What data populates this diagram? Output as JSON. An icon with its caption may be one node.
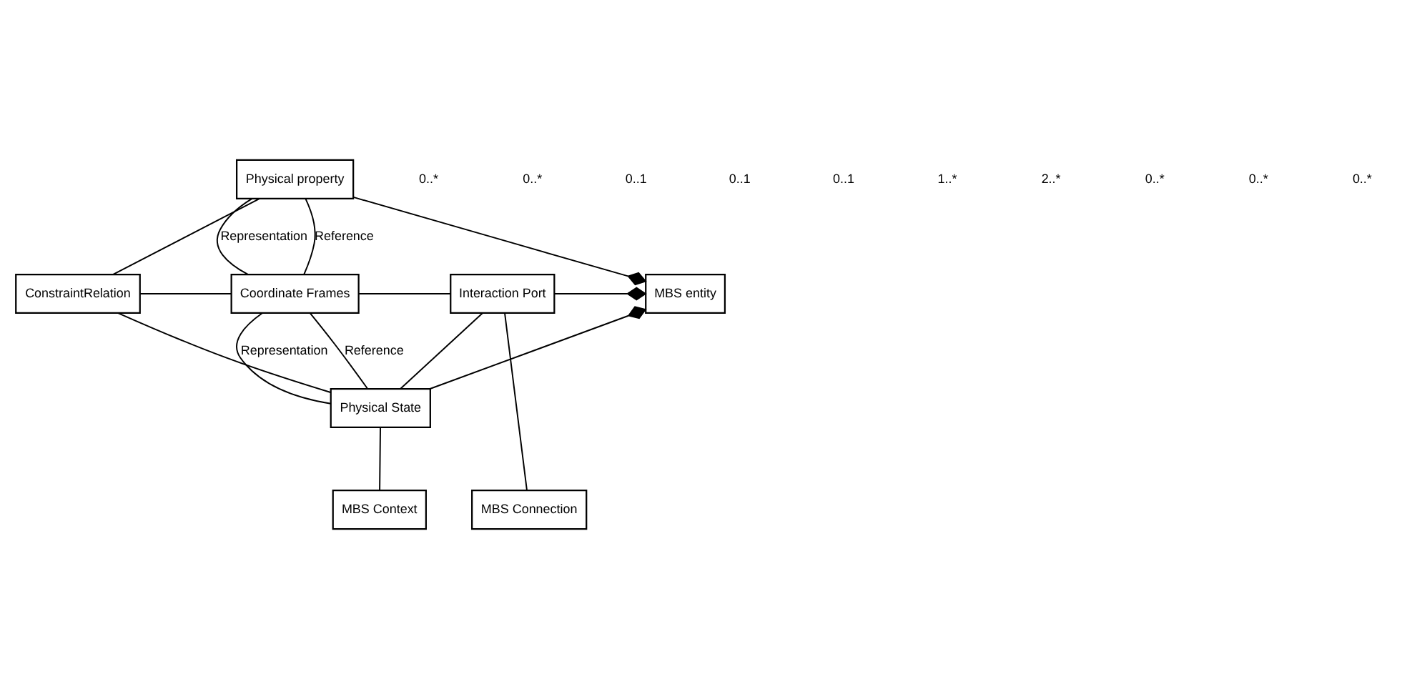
{
  "diagram": {
    "nodes": [
      {
        "text": [
          "Physical property"
        ]
      },
      {
        "text": [
          "ConstraintRelation"
        ]
      },
      {
        "text": [
          "Coordinate Frames"
        ]
      },
      {
        "text": [
          "Interaction Port"
        ]
      },
      {
        "text": [
          "MBS entity"
        ]
      },
      {
        "text": [
          "Physical State"
        ]
      },
      {
        "text": [
          "MBS Context"
        ]
      },
      {
        "text": [
          "MBS Connection"
        ]
      }
    ],
    "edges": [
      {
        "from": 0,
        "to": 1,
        "arrow": "none"
      },
      {
        "from": 0,
        "to": 4,
        "arrow": "other"
      },
      {
        "from": 0,
        "to": 2,
        "arrow": "none",
        "label": "Representation"
      },
      {
        "from": 0,
        "to": 2,
        "arrow": "none",
        "label": "Reference"
      },
      {
        "from": 1,
        "to": 2,
        "arrow": "none"
      },
      {
        "from": 2,
        "to": 3,
        "arrow": "none"
      },
      {
        "from": 3,
        "to": 4,
        "arrow": "other"
      },
      {
        "from": 1,
        "to": 5,
        "arrow": "none"
      },
      {
        "from": 2,
        "to": 5,
        "arrow": "none",
        "label": "Representation"
      },
      {
        "from": 2,
        "to": 5,
        "arrow": "none",
        "label": "Reference"
      },
      {
        "from": 3,
        "to": 5,
        "arrow": "none"
      },
      {
        "from": 5,
        "to": 4,
        "arrow": "other"
      },
      {
        "from": 5,
        "to": 6,
        "arrow": "none"
      },
      {
        "from": 3,
        "to": 7,
        "arrow": "none"
      }
    ],
    "labels": [
      "0..*",
      "0..*",
      "0..1",
      "0..1",
      "0..1",
      "1..*",
      "2..*",
      "0..*",
      "0..*",
      "0..*"
    ]
  }
}
